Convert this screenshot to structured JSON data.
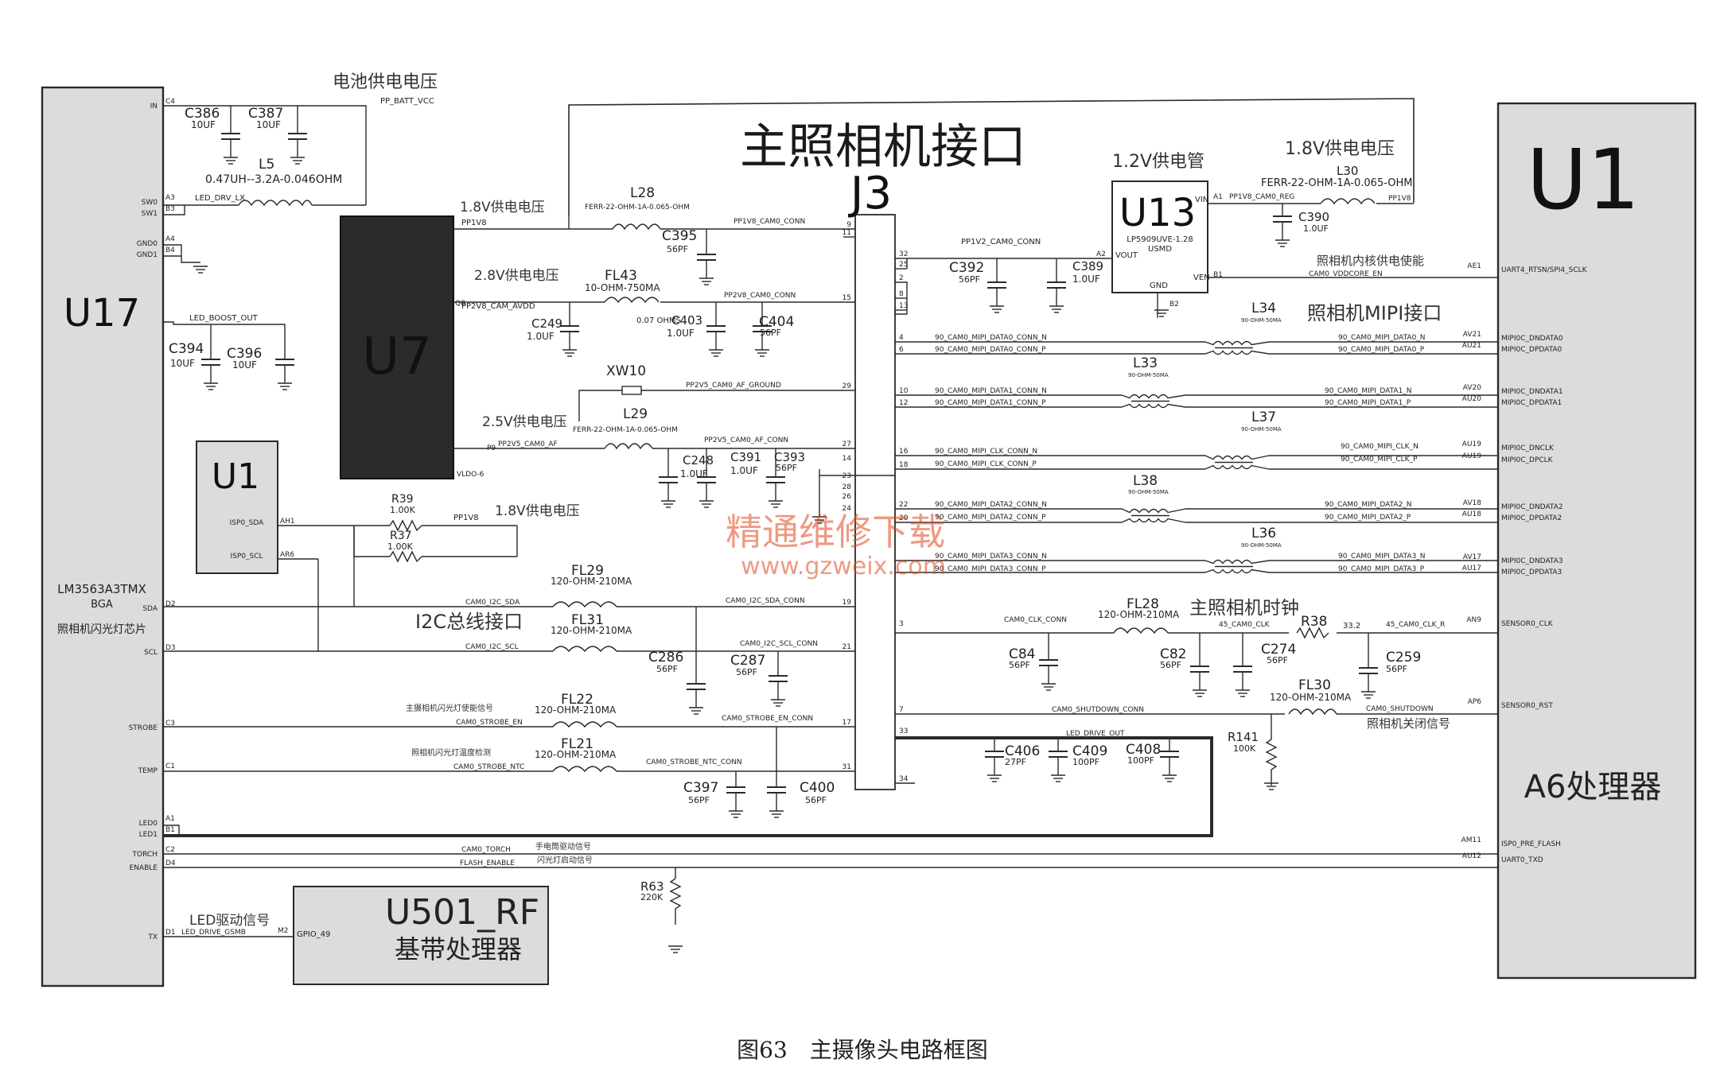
{
  "caption": "图63　主摄像头电路框图",
  "watermark": {
    "line1": "精通维修下载",
    "line2": "www.gzweix.com"
  },
  "blocks": {
    "u17": {
      "name": "U17",
      "part": "LM3563A3TMX",
      "pkg": "BGA",
      "desc": "照相机闪光灯芯片"
    },
    "u7": {
      "name": "U7"
    },
    "u1_small": {
      "name": "U1"
    },
    "u13": {
      "name": "U13",
      "part": "LP5909UVE-1.28",
      "pkg": "USMD"
    },
    "j3": {
      "name": "J3",
      "title": "主照相机接口"
    },
    "u1_main": {
      "name": "U1",
      "desc": "A6处理器"
    },
    "u501": {
      "name": "U501_RF",
      "desc": "基带处理器",
      "pin": "GPIO_49",
      "pin_id": "M2"
    }
  },
  "u17_pins": [
    {
      "name": "IN",
      "id": "C4"
    },
    {
      "name": "SW0",
      "id": "A3"
    },
    {
      "name": "SW1",
      "id": "B3"
    },
    {
      "name": "GND0",
      "id": "A4"
    },
    {
      "name": "GND1",
      "id": "B4"
    },
    {
      "name": "SDA",
      "id": "D2"
    },
    {
      "name": "SCL",
      "id": "D3"
    },
    {
      "name": "STROBE",
      "id": "C3"
    },
    {
      "name": "TEMP",
      "id": "C1"
    },
    {
      "name": "LED0",
      "id": "A1"
    },
    {
      "name": "LED1",
      "id": "B1"
    },
    {
      "name": "TORCH",
      "id": "C2"
    },
    {
      "name": "ENABLE",
      "id": "D4"
    },
    {
      "name": "TX",
      "id": "D1"
    }
  ],
  "u1_pins": [
    {
      "name": "UART4_RTSN/SPI4_SCLK",
      "id": "AE1"
    },
    {
      "name": "MIPI0C_DNDATA0",
      "id": "AV21"
    },
    {
      "name": "MIPI0C_DPDATA0",
      "id": "AU21"
    },
    {
      "name": "MIPI0C_DNDATA1",
      "id": "AV20"
    },
    {
      "name": "MIPI0C_DPDATA1",
      "id": "AU20"
    },
    {
      "name": "MIPI0C_DNCLK",
      "id": "AU19"
    },
    {
      "name": "MIPI0C_DPCLK",
      "id": "AU19"
    },
    {
      "name": "MIPI0C_DNDATA2",
      "id": "AV18"
    },
    {
      "name": "MIPI0C_DPDATA2",
      "id": "AU18"
    },
    {
      "name": "MIPI0C_DNDATA3",
      "id": "AV17"
    },
    {
      "name": "MIPI0C_DPDATA3",
      "id": "AU17"
    },
    {
      "name": "SENSOR0_CLK",
      "id": "AN9"
    },
    {
      "name": "SENSOR0_RST",
      "id": "AP6"
    },
    {
      "name": "ISP0_PRE_FLASH",
      "id": "AM11"
    },
    {
      "name": "UART0_TXD",
      "id": "AU12"
    }
  ],
  "components": {
    "c386": {
      "ref": "C386",
      "val": "10UF"
    },
    "c387": {
      "ref": "C387",
      "val": "10UF"
    },
    "l5": {
      "ref": "L5",
      "val": "0.47UH--3.2A-0.046OHM"
    },
    "c394": {
      "ref": "C394",
      "val": "10UF"
    },
    "c396": {
      "ref": "C396",
      "val": "10UF"
    },
    "l28": {
      "ref": "L28",
      "val": "FERR-22-OHM-1A-0.065-OHM"
    },
    "c395": {
      "ref": "C395",
      "val": "56PF"
    },
    "fl43": {
      "ref": "FL43",
      "val": "10-OHM-750MA"
    },
    "fl43_dcr": "0.07 OHMS",
    "c249": {
      "ref": "C249",
      "val": "1.0UF"
    },
    "c403": {
      "ref": "C403",
      "val": "1.0UF"
    },
    "c404": {
      "ref": "C404",
      "val": "56PF"
    },
    "xw10": {
      "ref": "XW10"
    },
    "l29": {
      "ref": "L29",
      "val": "FERR-22-OHM-1A-0.065-OHM"
    },
    "c248": {
      "ref": "C248",
      "val": "1.0UF"
    },
    "c391": {
      "ref": "C391",
      "val": "1.0UF"
    },
    "c393": {
      "ref": "C393",
      "val": "56PF"
    },
    "r39": {
      "ref": "R39",
      "val": "1.00K"
    },
    "r37": {
      "ref": "R37",
      "val": "1.00K"
    },
    "fl29": {
      "ref": "FL29",
      "val": "120-OHM-210MA"
    },
    "fl31": {
      "ref": "FL31",
      "val": "120-OHM-210MA"
    },
    "c286": {
      "ref": "C286",
      "val": "56PF"
    },
    "c287": {
      "ref": "C287",
      "val": "56PF"
    },
    "fl22": {
      "ref": "FL22",
      "val": "120-OHM-210MA"
    },
    "fl21": {
      "ref": "FL21",
      "val": "120-OHM-210MA"
    },
    "c397": {
      "ref": "C397",
      "val": "56PF"
    },
    "c400": {
      "ref": "C400",
      "val": "56PF"
    },
    "r63": {
      "ref": "R63",
      "val": "220K"
    },
    "c392": {
      "ref": "C392",
      "val": "56PF"
    },
    "c389": {
      "ref": "C389",
      "val": "1.0UF"
    },
    "l30": {
      "ref": "L30",
      "val": "FERR-22-OHM-1A-0.065-OHM"
    },
    "c390": {
      "ref": "C390",
      "val": "1.0UF"
    },
    "l34": {
      "ref": "L34",
      "val": "90-OHM-50MA"
    },
    "l33": {
      "ref": "L33",
      "val": "90-OHM-50MA"
    },
    "l37": {
      "ref": "L37",
      "val": "90-OHM-50MA"
    },
    "l38": {
      "ref": "L38",
      "val": "90-OHM-50MA"
    },
    "l36": {
      "ref": "L36",
      "val": "90-OHM-50MA"
    },
    "fl28": {
      "ref": "FL28",
      "val": "120-OHM-210MA"
    },
    "r38": {
      "ref": "R38",
      "val": "33.2"
    },
    "c84": {
      "ref": "C84",
      "val": "56PF"
    },
    "c82": {
      "ref": "C82",
      "val": "56PF"
    },
    "c274": {
      "ref": "C274",
      "val": "56PF"
    },
    "c259": {
      "ref": "C259",
      "val": "56PF"
    },
    "fl30": {
      "ref": "FL30",
      "val": "120-OHM-210MA"
    },
    "r141": {
      "ref": "R141",
      "val": "100K"
    },
    "c406": {
      "ref": "C406",
      "val": "27PF"
    },
    "c409": {
      "ref": "C409",
      "val": "100PF"
    },
    "c408": {
      "ref": "C408",
      "val": "100PF"
    }
  },
  "nets": {
    "pp_batt": "PP_BATT_VCC",
    "led_drv_lx": "LED_DRV_LX",
    "led_boost": "LED_BOOST_OUT",
    "pp1v8": "PP1V8",
    "pp1v8_cam": "PP1V8_CAM0_CONN",
    "pp2v8": "PP2V8_CAM_AVDD",
    "pp2v8_conn": "PP2V8_CAM0_CONN",
    "af_gnd": "PP2V5_CAM0_AF_GROUND",
    "pp2v5": "PP2V5_CAM0_AF",
    "pp2v5_conn": "PP2V5_CAM0_AF_CONN",
    "pp1v8_b": "PP1V8",
    "i2c_sda": "CAM0_I2C_SDA",
    "i2c_sda_conn": "CAM0_I2C_SDA_CONN",
    "i2c_scl": "CAM0_I2C_SCL",
    "i2c_scl_conn": "CAM0_I2C_SCL_CONN",
    "strobe_en": "CAM0_STROBE_EN",
    "strobe_en_conn": "CAM0_STROBE_EN_CONN",
    "strobe_ntc": "CAM0_STROBE_NTC",
    "strobe_ntc_conn": "CAM0_STROBE_NTC_CONN",
    "torch": "CAM0_TORCH",
    "flash_en": "FLASH_ENABLE",
    "led_gsmb": "LED_DRIVE_GSMB",
    "pp1v2": "PP1V2_CAM0_CONN",
    "pp1v8_reg": "PP1V8_CAM0_REG",
    "pp1v8_r": "PP1V8",
    "vddcore": "CAM0_VDDCORE_EN",
    "d0n_c": "90_CAM0_MIPI_DATA0_CONN_N",
    "d0p_c": "90_CAM0_MIPI_DATA0_CONN_P",
    "d1n_c": "90_CAM0_MIPI_DATA1_CONN_N",
    "d1p_c": "90_CAM0_MIPI_DATA1_CONN_P",
    "ckn_c": "90_CAM0_MIPI_CLK_CONN_N",
    "ckp_c": "90_CAM0_MIPI_CLK_CONN_P",
    "d2n_c": "90_CAM0_MIPI_DATA2_CONN_N",
    "d2p_c": "90_CAM0_MIPI_DATA2_CONN_P",
    "d3n_c": "90_CAM0_MIPI_DATA3_CONN_N",
    "d3p_c": "90_CAM0_MIPI_DATA3_CONN_P",
    "d0n": "90_CAM0_MIPI_DATA0_N",
    "d0p": "90_CAM0_MIPI_DATA0_P",
    "d1n": "90_CAM0_MIPI_DATA1_N",
    "d1p": "90_CAM0_MIPI_DATA1_P",
    "ckn": "90_CAM0_MIPI_CLK_N",
    "ckp": "90_CAM0_MIPI_CLK_P",
    "d2n": "90_CAM0_MIPI_DATA2_N",
    "d2p": "90_CAM0_MIPI_DATA2_P",
    "d3n": "90_CAM0_MIPI_DATA3_N",
    "d3p": "90_CAM0_MIPI_DATA3_P",
    "clk_conn": "CAM0_CLK_CONN",
    "clk": "45_CAM0_CLK",
    "clk_r": "45_CAM0_CLK_R",
    "shutdown_conn": "CAM0_SHUTDOWN_CONN",
    "shutdown": "CAM0_SHUTDOWN",
    "led_drive_out": "LED_DRIVE_OUT"
  },
  "labels": {
    "batt": "电池供电电压",
    "v18_a": "1.8V供电电压",
    "v28": "2.8V供电电压",
    "v25": "2.5V供电电压",
    "v18_b": "1.8V供电电压",
    "i2c": "I2C总线接口",
    "strobe_sig": "主摄相机闪光灯使能信号",
    "temp_sig": "照相机闪光灯温度检测",
    "torch_sig": "手电筒驱动信号",
    "flash_sig": "闪光灯启动信号",
    "led_sig": "LED驱动信号",
    "v12": "1.2V供电管",
    "v18_c": "1.8V供电电压",
    "core_en": "照相机内核供电使能",
    "mipi": "照相机MIPI接口",
    "clk": "主照相机时钟",
    "shutdown": "照相机关闭信号"
  },
  "j3_pins": [
    "9",
    "11",
    "15",
    "29",
    "27",
    "14",
    "23",
    "28",
    "26",
    "24",
    "19",
    "21",
    "17",
    "31",
    "32",
    "25",
    "2",
    "8",
    "13",
    "4",
    "6",
    "10",
    "12",
    "16",
    "18",
    "22",
    "20",
    "3",
    "7",
    "33",
    "34"
  ],
  "u13_pins": {
    "vin": "VIN",
    "vin_id": "A1",
    "vout": "VOUT",
    "vout_id": "A2",
    "ven": "VEN",
    "ven_id": "B1",
    "gnd": "GND",
    "gnd_id": "B2"
  },
  "u7_pins": {
    "pp1v8": "PP1V8",
    "q8": "Q8",
    "vldo": "VLDO-6",
    "p9": "P9"
  },
  "u1s_pins": {
    "sda": "ISP0_SDA",
    "sda_id": "AH1",
    "scl": "ISP0_SCL",
    "scl_id": "AR6"
  },
  "colors": {
    "ink": "#2a2a2a",
    "u7_fill": "#2b2b2b",
    "block_fill": "#dcdcdc",
    "watermark": "#e0481e"
  }
}
